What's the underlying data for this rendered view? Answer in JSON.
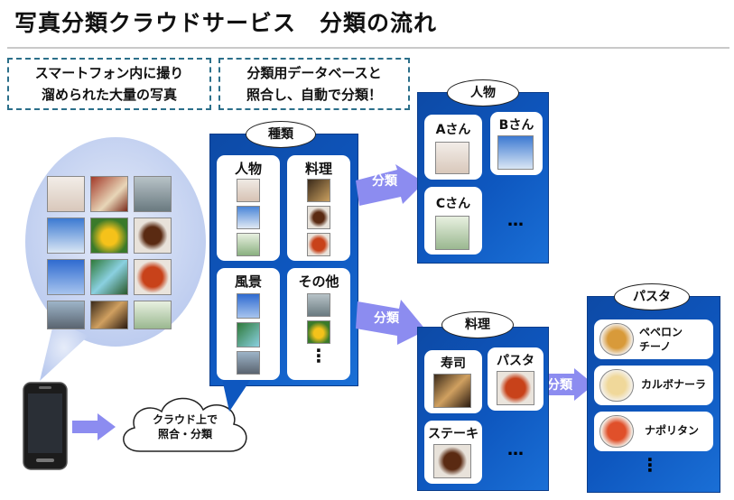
{
  "title": "写真分類クラウドサービス　分類の流れ",
  "notes": {
    "left_line1": "スマートフォン内に撮り",
    "left_line2": "溜められた大量の写真",
    "right_line1": "分類用データベースと",
    "right_line2": "照合し、自動で分類！"
  },
  "cloud_bubble": {
    "line1": "クラウド上で",
    "line2": "照合・分類"
  },
  "category_panel": {
    "tag": "種類",
    "cells": [
      "人物",
      "料理",
      "風景",
      "その他"
    ],
    "more": "⋮"
  },
  "arrows": {
    "classify": "分類"
  },
  "person_panel": {
    "tag": "人物",
    "cards": [
      "Aさん",
      "Bさん",
      "Cさん"
    ],
    "more": "…"
  },
  "food_panel": {
    "tag": "料理",
    "cards": [
      "寿司",
      "パスタ",
      "ステーキ"
    ],
    "more": "…"
  },
  "pasta_panel": {
    "tag": "パスタ",
    "items": [
      "ペペロン\nチーノ",
      "カルボナーラ",
      "ナポリタン"
    ],
    "more": "⋮"
  },
  "colors": {
    "panel": "#0e57bf",
    "arrow": "#8c8cf0",
    "note_border": "#2b6f8a",
    "speech": "#c9d6f2"
  }
}
